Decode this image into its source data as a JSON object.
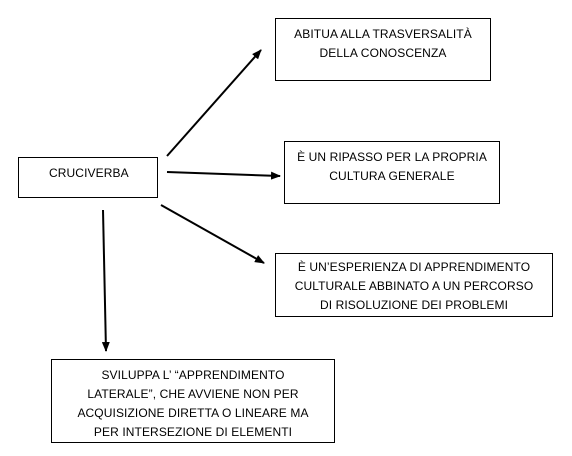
{
  "diagram": {
    "center": {
      "lines": [
        "CRUCIVERBA"
      ]
    },
    "top": {
      "lines": [
        "ABITUA ALLA TRASVERSALITÀ",
        "DELLA CONOSCENZA"
      ]
    },
    "mid": {
      "lines": [
        "È UN RIPASSO PER LA PROPRIA",
        "CULTURA GENERALE"
      ]
    },
    "lower": {
      "lines": [
        "È UN’ESPERIENZA DI APPRENDIMENTO",
        "CULTURALE ABBINATO A UN PERCORSO",
        "DI RISOLUZIONE DEI PROBLEMI"
      ]
    },
    "bottom": {
      "lines": [
        "SVILUPPA L’ “APPRENDIMENTO",
        "LATERALE”, CHE AVVIENE NON PER",
        "ACQUISIZIONE DIRETTA O LINEARE MA",
        "PER INTERSEZIONE DI ELEMENTI"
      ]
    }
  },
  "colors": {
    "stroke": "#000000",
    "background": "#ffffff",
    "text": "#000000"
  }
}
